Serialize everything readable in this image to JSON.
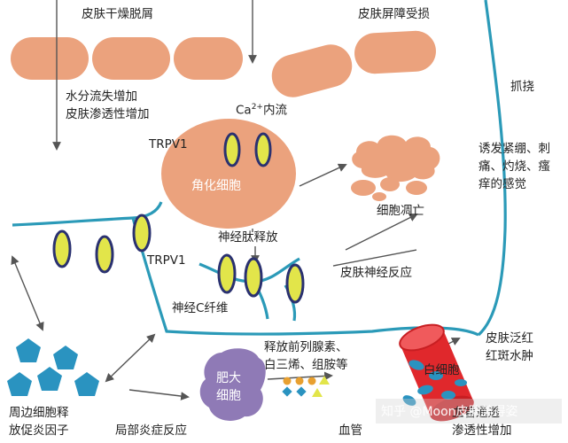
{
  "labels": {
    "dry_skin": "皮肤干燥脱屑",
    "barrier_damage": "皮肤屏障受损",
    "water_loss": "水分流失增加",
    "permeability": "皮肤渗透性增加",
    "ca_prefix": "Ca",
    "ca_sup": "2+",
    "ca_suffix": "内流",
    "scratch": "抓挠",
    "sensation_1": "诱发紧绷、刺",
    "sensation_2": "痛、灼烧、瘙",
    "sensation_3": "痒的感觉",
    "trpv1_top": "TRPV1",
    "keratinocyte": "角化细胞",
    "apoptosis": "细胞凋亡",
    "neuropeptide": "神经肽释放",
    "trpv1_mid": "TRPV1",
    "skin_nerve_reaction": "皮肤神经反应",
    "c_fiber": "神经C纤维",
    "prostaglandin_1": "释放前列腺素、",
    "prostaglandin_2": "白三烯、组胺等",
    "mast_cell_1": "肥大",
    "mast_cell_2": "细胞",
    "erythema_1": "皮肤泛红",
    "erythema_2": "红斑水肿",
    "white_cell": "白细胞",
    "surround_1": "周边细胞释",
    "surround_2": "放促炎因子",
    "local_inflammation": "局部炎症反应",
    "blood_vessel": "血管",
    "vessel_perm_1": "血管通透",
    "vessel_perm_2": "渗透性增加",
    "watermark": "知乎 @Moon皮肤美得姿"
  },
  "colors": {
    "cell": "#eba27d",
    "nerve": "#2b9ab8",
    "channel_fill": "#e2e54a",
    "channel_edge": "#2a3170",
    "mast_cell": "#8f7ab6",
    "pentagon": "#2a93c0",
    "vessel": "#e0282c",
    "arrow": "#555555"
  }
}
